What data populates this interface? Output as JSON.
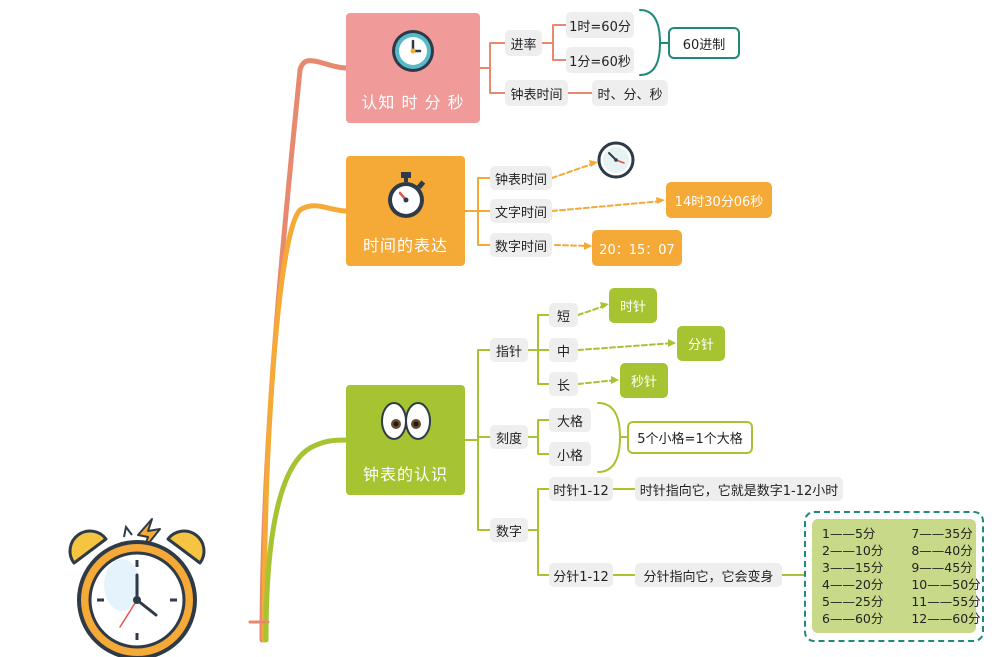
{
  "colors": {
    "pink": "#f09a9a",
    "orange": "#f5a936",
    "green": "#a6c431",
    "teal": "#1f8a7a",
    "pill": "#eeeeee",
    "table": "#c9d98a"
  },
  "topic1": {
    "title": "认知 时 分 秒",
    "icon": "clock-icon",
    "branch_rate": "进率",
    "hour_min": "1时=60分",
    "min_sec": "1分=60秒",
    "base60": "60进制",
    "branch_clock": "钟表时间",
    "units": "时、分、秒"
  },
  "topic2": {
    "title": "时间的表达",
    "icon": "stopwatch-icon",
    "clock_time": "钟表时间",
    "text_time": "文字时间",
    "text_value": "14时30分06秒",
    "digital_time": "数字时间",
    "digital_value": "20：15：07"
  },
  "topic3": {
    "title": "钟表的认识",
    "icon": "eyes-icon",
    "hands": "指针",
    "short": "短",
    "short_value": "时针",
    "mid": "中",
    "mid_value": "分针",
    "long": "长",
    "long_value": "秒针",
    "scale": "刻度",
    "big": "大格",
    "small": "小格",
    "scale_rule": "5个小格=1个大格",
    "numbers": "数字",
    "hour_range": "时针1-12",
    "hour_desc": "时针指向它，它就是数字1-12小时",
    "minute_range": "分针1-12",
    "minute_desc": "分针指向它，它会变身",
    "mapping": [
      "1——5分",
      "7——35分",
      "2——10分",
      "8——40分",
      "3——15分",
      "9——45分",
      "4——20分",
      "10——50分",
      "5——25分",
      "11——55分",
      "6——60分",
      "12——60分"
    ]
  },
  "root": {
    "icon": "alarm-clock-icon"
  }
}
